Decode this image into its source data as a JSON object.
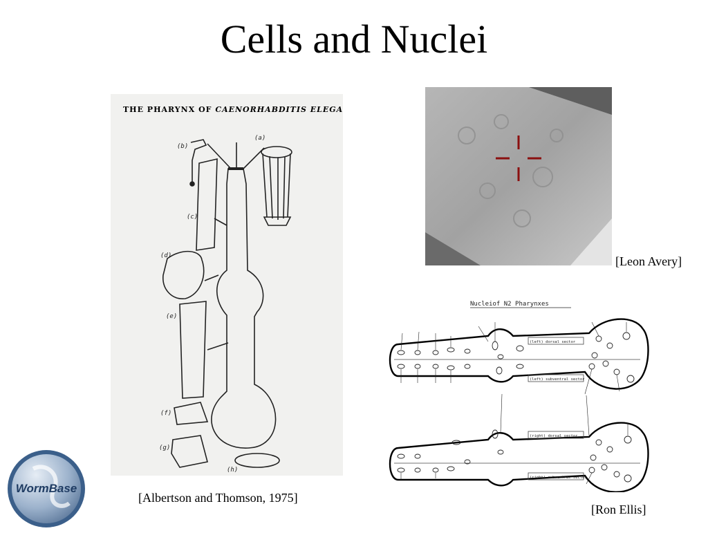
{
  "slide": {
    "title": "Cells and Nuclei"
  },
  "figures": {
    "pharynx_drawing": {
      "heading_prefix": "THE PHARYNX OF",
      "heading_species": "CAENORHABDITIS ELEGANS",
      "part_labels": [
        "(a)",
        "(b)",
        "(c)",
        "(d)",
        "(e)",
        "(f)",
        "(g)",
        "(h)"
      ],
      "caption": "[Albertson and Thomson, 1975]"
    },
    "micrograph": {
      "caption": "[Leon Avery]"
    },
    "nuclei_map": {
      "heading": "Nucleiof N2 Pharynxes",
      "sector_labels": {
        "left_dorsal": "(left) dorsal sector",
        "left_subventral": "(left) subventral sector",
        "right_dorsal": "(right) dorsal sector",
        "right_subventral": "(right) subventral sector"
      },
      "caption": "[Ron Ellis]"
    }
  },
  "logo": {
    "text": "WormBase",
    "color": "#3b5f8a"
  }
}
